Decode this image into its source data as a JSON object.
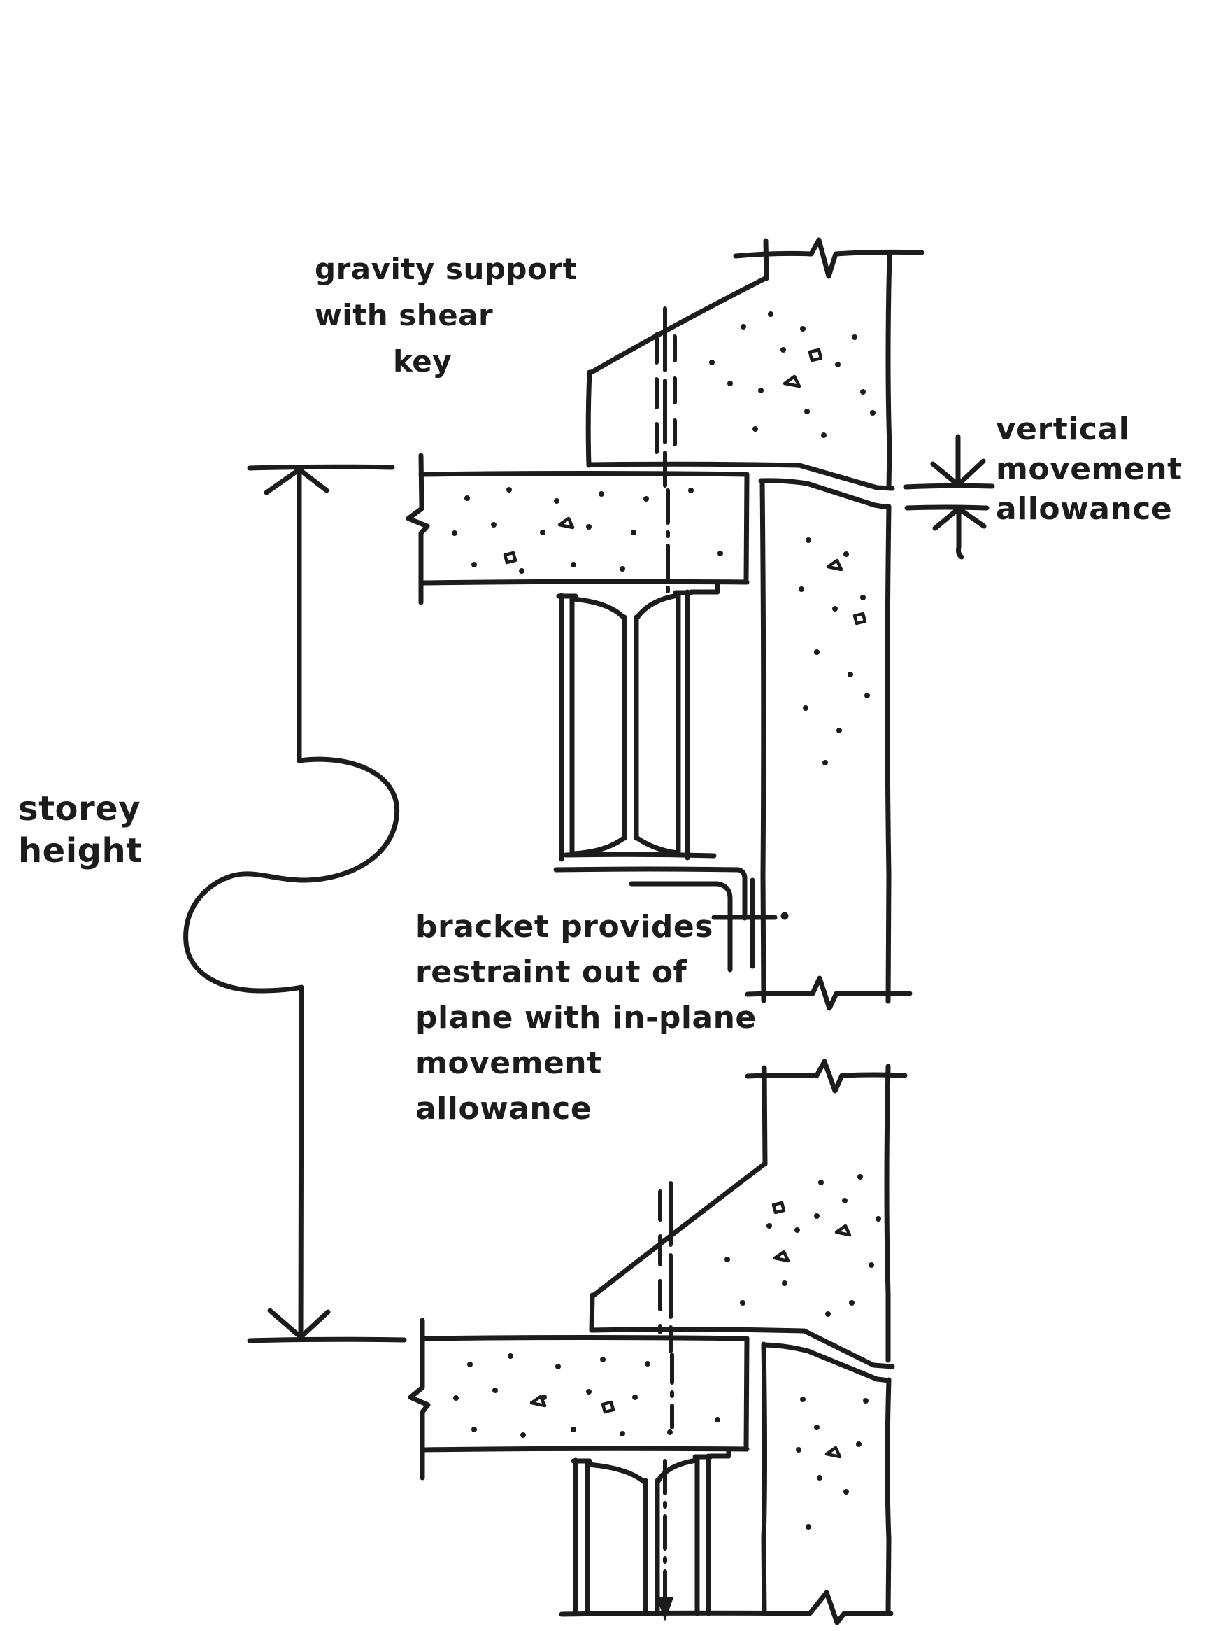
{
  "colors": {
    "ink": "#1c1c1c",
    "paper": "#ffffff"
  },
  "annotations": {
    "gravity_support": {
      "lines": [
        "gravity support",
        "with shear",
        "key"
      ]
    },
    "vertical_movement": {
      "lines": [
        "vertical",
        "movement",
        "allowance"
      ]
    },
    "storey_height": {
      "lines": [
        "storey",
        "height"
      ]
    },
    "bracket_note": {
      "lines": [
        "bracket provides",
        "restraint out of",
        "plane with in-plane",
        "movement",
        "allowance"
      ]
    }
  }
}
